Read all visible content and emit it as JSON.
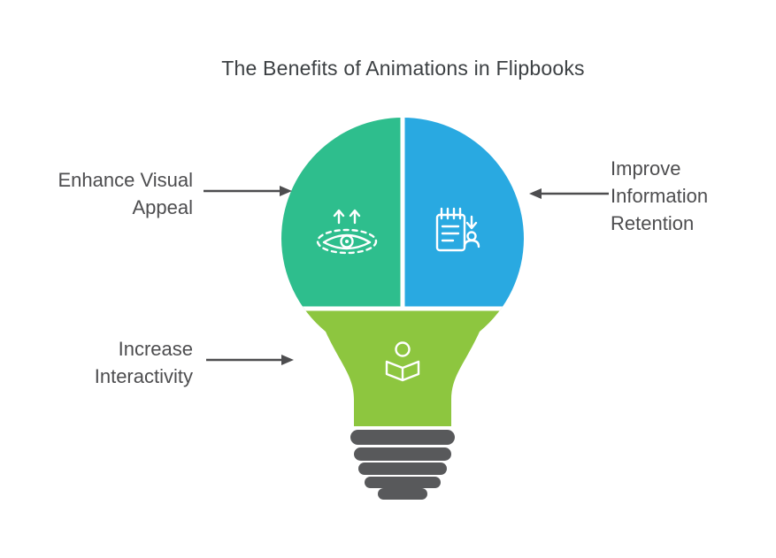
{
  "title": "The Benefits of Animations in Flipbooks",
  "colors": {
    "icon": "#FFFFFF",
    "arrow": "#4D4D4F",
    "base": "#58595B",
    "label_text": "#4D4D4F",
    "title_text": "#3C4043"
  },
  "sections": {
    "visual_appeal": {
      "label_lines": [
        "Enhance Visual",
        "Appeal"
      ],
      "color": "#2EBE8D",
      "icon": "eye-growth-icon"
    },
    "information_retention": {
      "label_lines": [
        "Improve",
        "Information",
        "Retention"
      ],
      "color": "#29A9E1",
      "icon": "clipboard-person-icon"
    },
    "interactivity": {
      "label_lines": [
        "Increase",
        "Interactivity"
      ],
      "color": "#8DC63F",
      "icon": "person-reading-icon"
    }
  }
}
